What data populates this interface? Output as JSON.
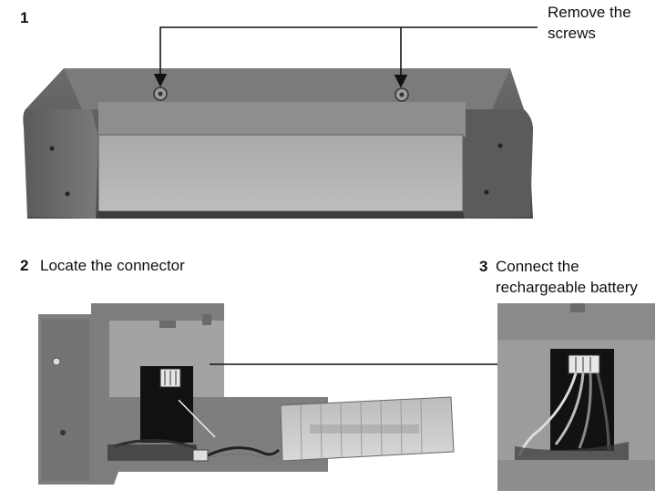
{
  "steps": [
    {
      "number": "1",
      "caption": [
        "Remove the",
        "screws"
      ]
    },
    {
      "number": "2",
      "caption": [
        "Locate the connector"
      ]
    },
    {
      "number": "3",
      "caption": [
        "Connect the",
        "rechargeable battery"
      ]
    }
  ]
}
